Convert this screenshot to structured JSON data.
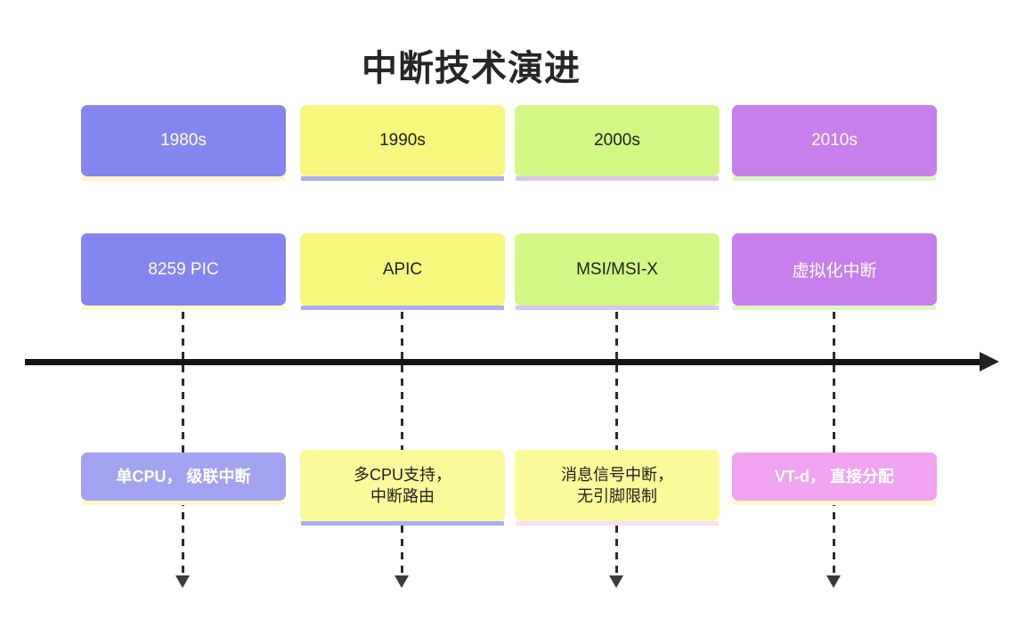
{
  "title": "中断技术演进",
  "palette": {
    "purple": "#8585F0",
    "yellow": "#F7F77E",
    "green": "#D2F784",
    "violet": "#C77FEC",
    "light_purple": "#A3A3F2",
    "light_yellow": "#FAFA9B",
    "pink": "#EFA3F0",
    "accent_cream": "#FFF8C9",
    "accent_periwinkle": "#ADADF0",
    "accent_lavender": "#D9C6F2",
    "accent_pink": "#F8DFF5",
    "accent_green": "#D8F8BE",
    "axis_black": "#141414",
    "text_dark": "#1F1F1F",
    "text_light": "#FFFFFF"
  },
  "columns": [
    {
      "era": "1980s",
      "tech": "8259 PIC",
      "desc": "单CPU， 级联中断"
    },
    {
      "era": "1990s",
      "tech": "APIC",
      "desc": "多CPU支持，\n中断路由"
    },
    {
      "era": "2000s",
      "tech": "MSI/MSI-X",
      "desc": "消息信号中断，\n无引脚限制"
    },
    {
      "era": "2010s",
      "tech": "虚拟化中断",
      "desc": "VT-d， 直接分配"
    }
  ]
}
